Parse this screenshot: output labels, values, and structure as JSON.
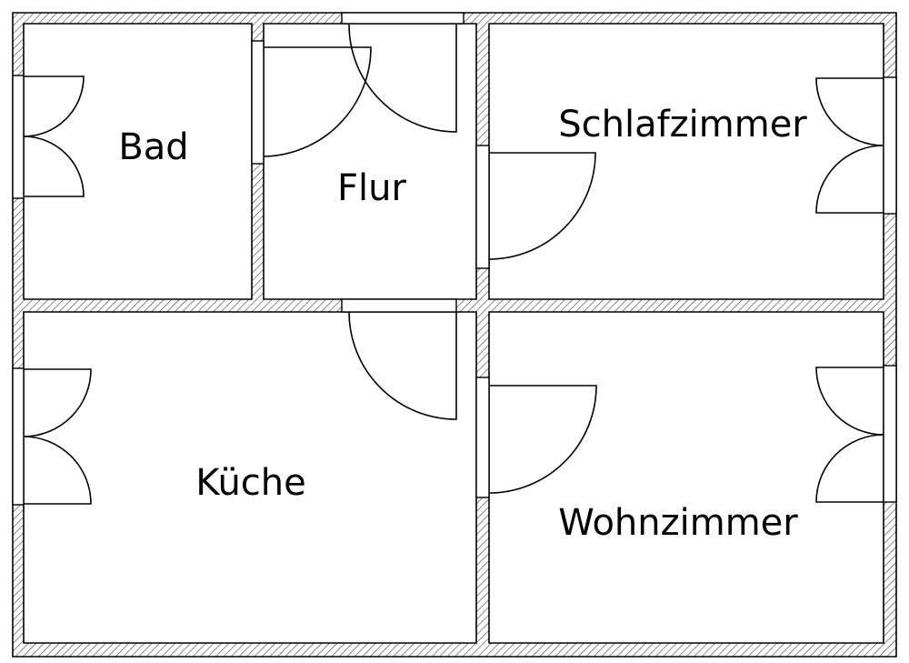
{
  "rooms": [
    {
      "id": "bad",
      "label": "Bad"
    },
    {
      "id": "flur",
      "label": "Flur"
    },
    {
      "id": "schlafzimmer",
      "label": "Schlafzimmer"
    },
    {
      "id": "kueche",
      "label": "Küche"
    },
    {
      "id": "wohnzimmer",
      "label": "Wohnzimmer"
    }
  ],
  "colors": {
    "wall_stroke": "#000000",
    "wall_hatch": "#4a4a4a",
    "background": "#ffffff"
  }
}
